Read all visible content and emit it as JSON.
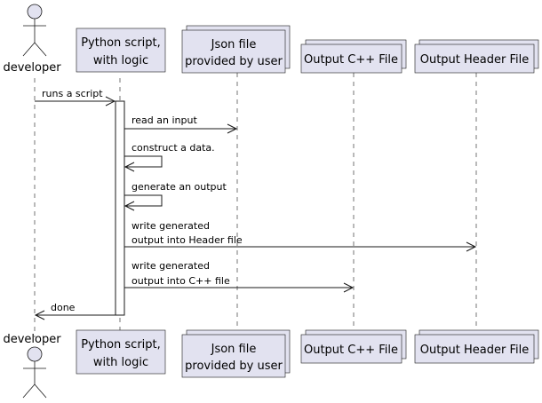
{
  "actor": {
    "label": "developer"
  },
  "participants": [
    {
      "id": "script",
      "lines": [
        "Python script,",
        "with logic"
      ]
    },
    {
      "id": "json",
      "lines": [
        "Json file",
        "provided by user"
      ]
    },
    {
      "id": "cpp",
      "lines": [
        "Output C++ File"
      ]
    },
    {
      "id": "header",
      "lines": [
        "Output Header File"
      ]
    }
  ],
  "messages": [
    {
      "from": "developer",
      "to": "script",
      "lines": [
        "runs a script"
      ]
    },
    {
      "from": "script",
      "to": "json",
      "lines": [
        "read an input"
      ]
    },
    {
      "from": "script",
      "to": "script",
      "lines": [
        "construct a data."
      ]
    },
    {
      "from": "script",
      "to": "script",
      "lines": [
        "generate an output"
      ]
    },
    {
      "from": "script",
      "to": "header",
      "lines": [
        "write generated",
        "output into Header file"
      ]
    },
    {
      "from": "script",
      "to": "cpp",
      "lines": [
        "write generated",
        "output into C++ file"
      ]
    },
    {
      "from": "script",
      "to": "developer",
      "lines": [
        "done"
      ]
    }
  ],
  "colors": {
    "box_fill": "#e2e2f0",
    "stroke": "#181818",
    "text": "#000000"
  }
}
